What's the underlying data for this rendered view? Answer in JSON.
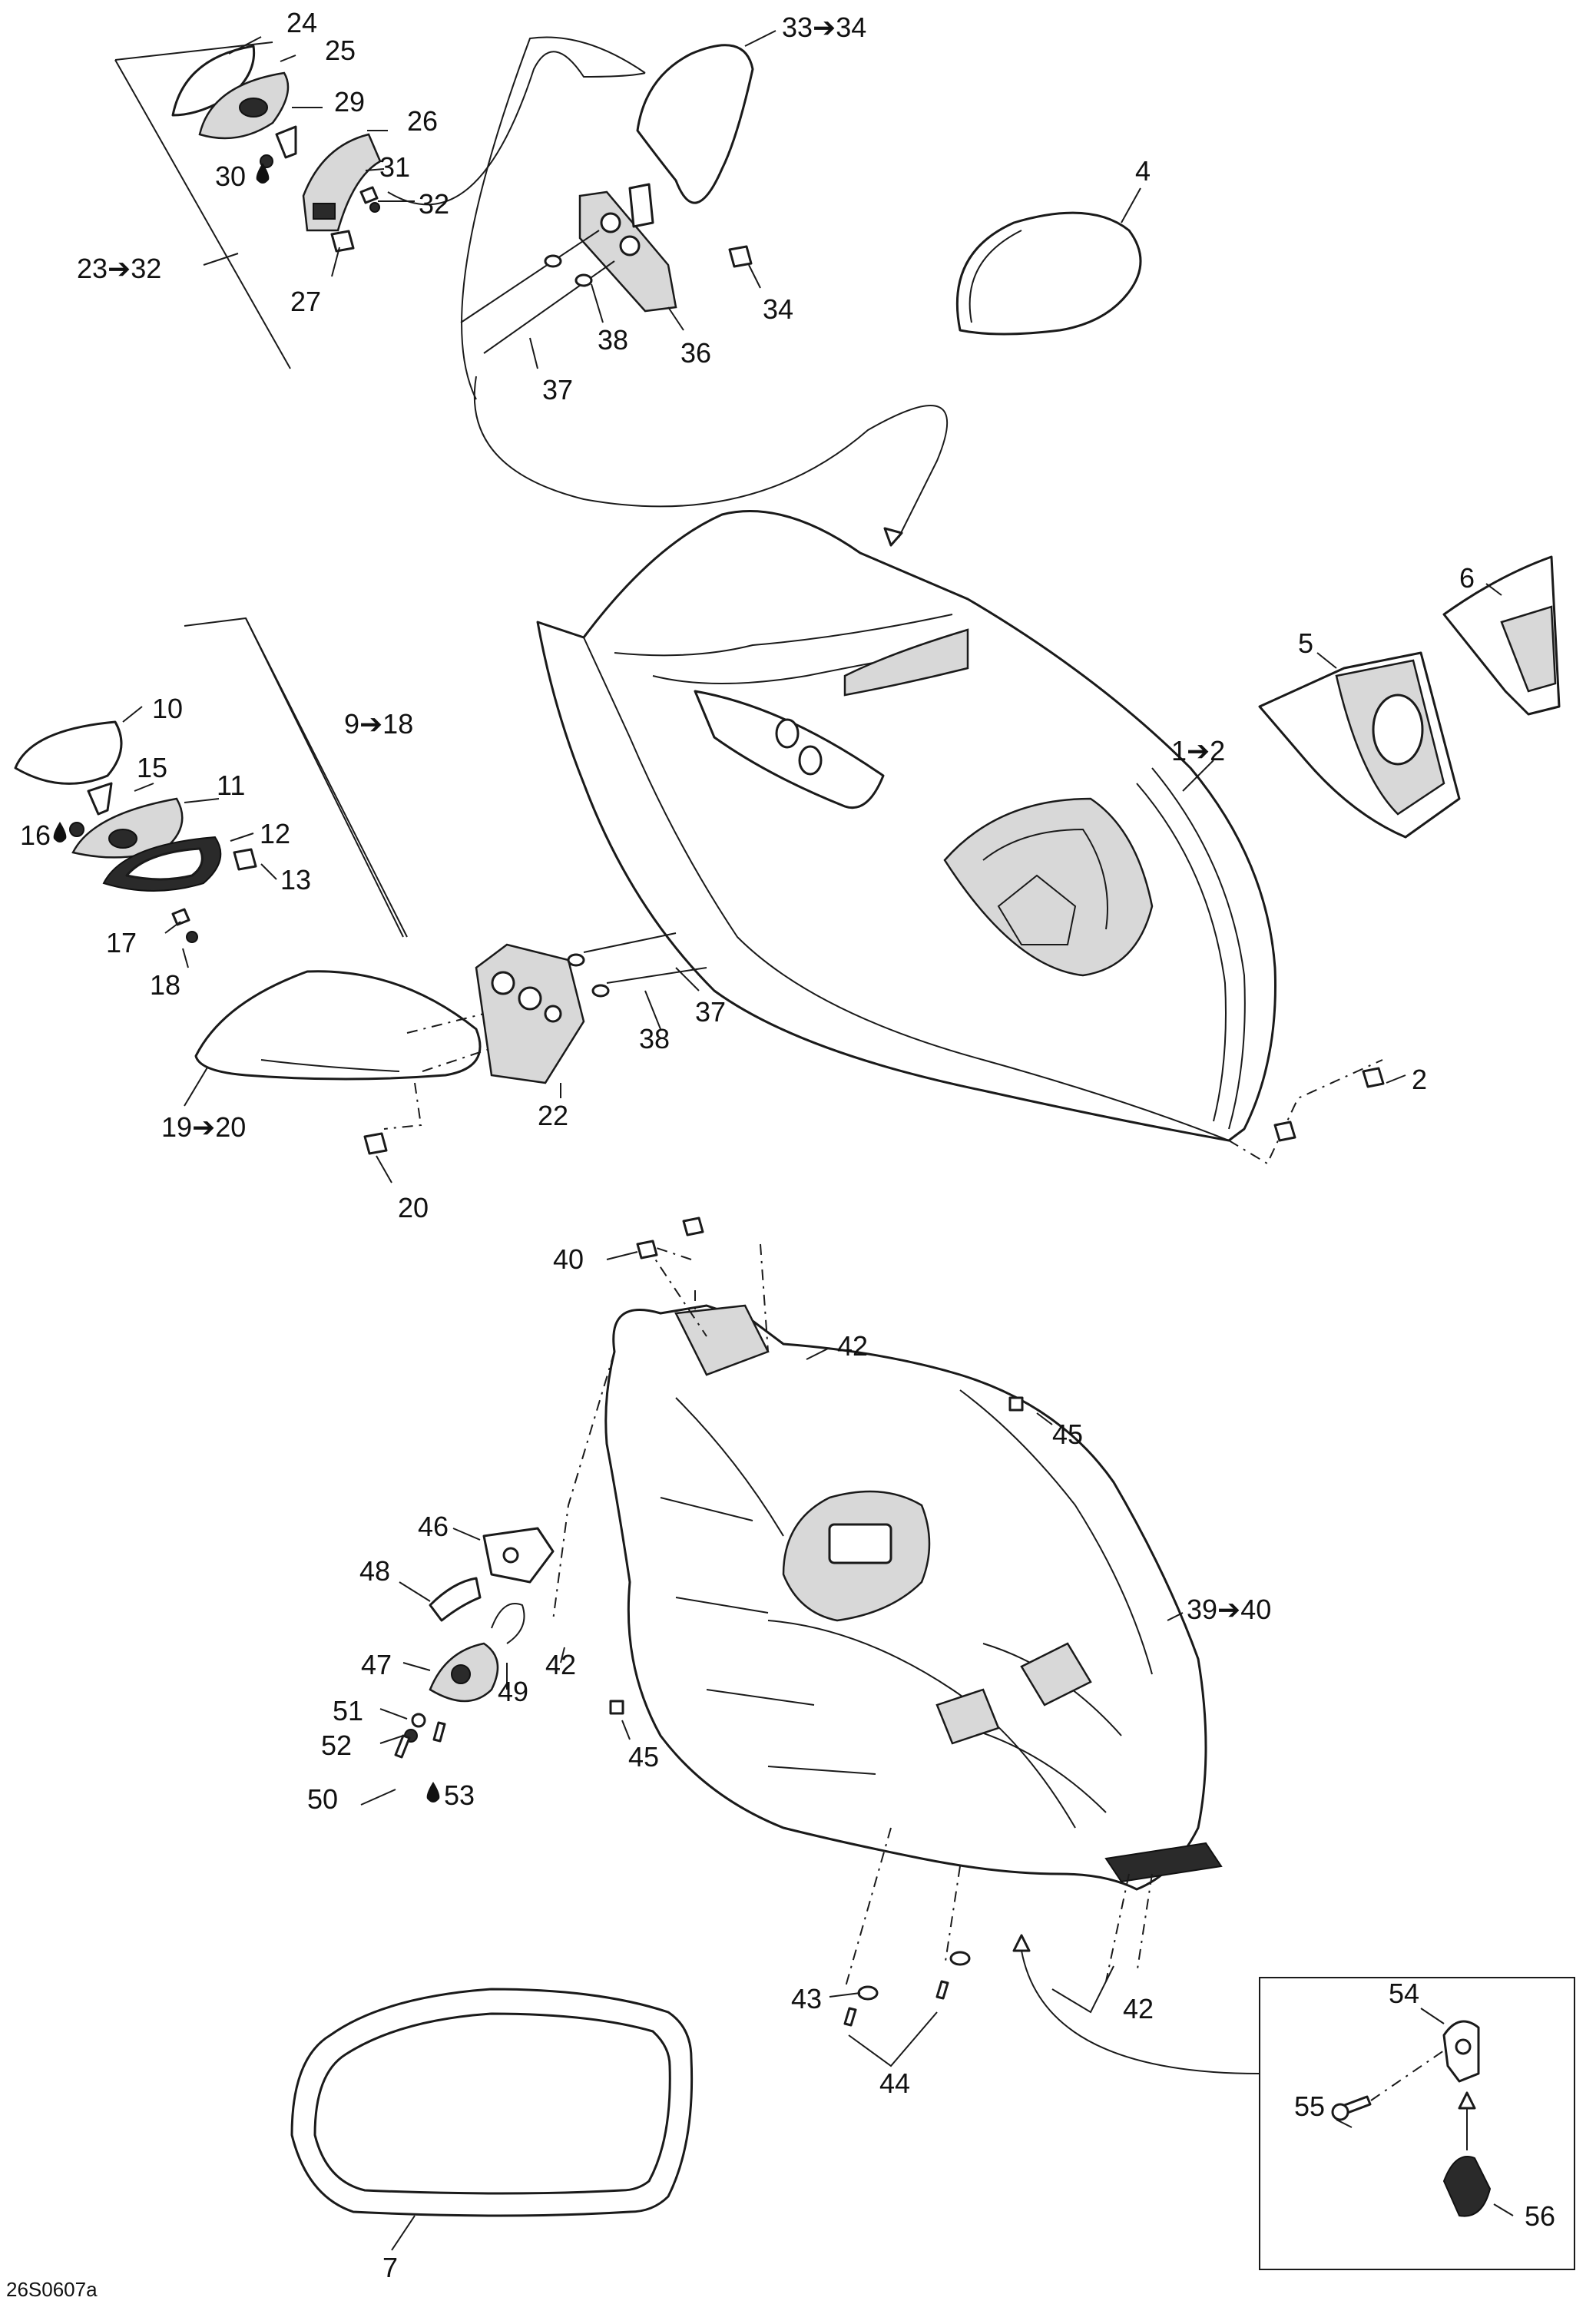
{
  "diagram": {
    "code": "26S0607a",
    "callouts": [
      {
        "id": "c24",
        "text": "24"
      },
      {
        "id": "c25",
        "text": "25"
      },
      {
        "id": "c29",
        "text": "29"
      },
      {
        "id": "c26",
        "text": "26"
      },
      {
        "id": "c30",
        "text": "30"
      },
      {
        "id": "c31",
        "text": "31"
      },
      {
        "id": "c32",
        "text": "32"
      },
      {
        "id": "c2332",
        "text": "23➔32"
      },
      {
        "id": "c27",
        "text": "27"
      },
      {
        "id": "c3334",
        "text": "33➔34"
      },
      {
        "id": "c34",
        "text": "34"
      },
      {
        "id": "c38a",
        "text": "38"
      },
      {
        "id": "c36",
        "text": "36"
      },
      {
        "id": "c37a",
        "text": "37"
      },
      {
        "id": "c4",
        "text": "4"
      },
      {
        "id": "c6",
        "text": "6"
      },
      {
        "id": "c5",
        "text": "5"
      },
      {
        "id": "c12",
        "text": "1➔2"
      },
      {
        "id": "c10",
        "text": "10"
      },
      {
        "id": "c918",
        "text": "9➔18"
      },
      {
        "id": "c15",
        "text": "15"
      },
      {
        "id": "c11",
        "text": "11"
      },
      {
        "id": "c16",
        "text": "16"
      },
      {
        "id": "c12b",
        "text": "12"
      },
      {
        "id": "c13",
        "text": "13"
      },
      {
        "id": "c17",
        "text": "17"
      },
      {
        "id": "c18",
        "text": "18"
      },
      {
        "id": "c37b",
        "text": "37"
      },
      {
        "id": "c38b",
        "text": "38"
      },
      {
        "id": "c22",
        "text": "22"
      },
      {
        "id": "c1920",
        "text": "19➔20"
      },
      {
        "id": "c20",
        "text": "20"
      },
      {
        "id": "c2",
        "text": "2"
      },
      {
        "id": "c40",
        "text": "40"
      },
      {
        "id": "c42a",
        "text": "42"
      },
      {
        "id": "c45a",
        "text": "45"
      },
      {
        "id": "c46",
        "text": "46"
      },
      {
        "id": "c48",
        "text": "48"
      },
      {
        "id": "c3940",
        "text": "39➔40"
      },
      {
        "id": "c42b",
        "text": "42"
      },
      {
        "id": "c47",
        "text": "47"
      },
      {
        "id": "c49",
        "text": "49"
      },
      {
        "id": "c45b",
        "text": "45"
      },
      {
        "id": "c51",
        "text": "51"
      },
      {
        "id": "c52",
        "text": "52"
      },
      {
        "id": "c50",
        "text": "50"
      },
      {
        "id": "c53",
        "text": "53"
      },
      {
        "id": "c43",
        "text": "43"
      },
      {
        "id": "c42c",
        "text": "42"
      },
      {
        "id": "c54",
        "text": "54"
      },
      {
        "id": "c55",
        "text": "55"
      },
      {
        "id": "c44",
        "text": "44"
      },
      {
        "id": "c56",
        "text": "56"
      },
      {
        "id": "c7",
        "text": "7"
      }
    ]
  }
}
